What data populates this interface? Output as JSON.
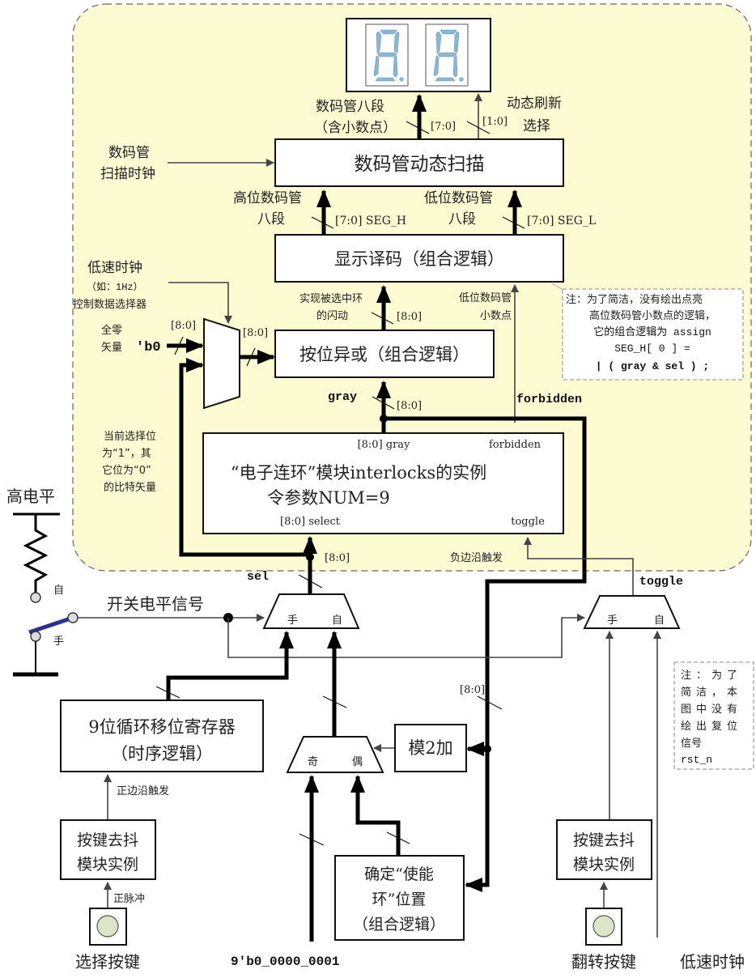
{
  "display": {
    "digits": [
      "8.",
      "8."
    ],
    "seg_label_line1": "数码管八段",
    "seg_label_line2": "（含小数点）",
    "seg_bus": "[7:0]",
    "refresh_bus": "[1:0]",
    "refresh_label_line1": "动态刷新",
    "refresh_label_line2": "选择"
  },
  "scan": {
    "title": "数码管动态扫描",
    "clock_line1": "数码管",
    "clock_line2": "扫描时钟"
  },
  "decode": {
    "title": "显示译码（组合逻辑）",
    "high_label_line1": "高位数码管",
    "high_label_line2": "八段",
    "high_bus": "[7:0] SEG_H",
    "low_label_line1": "低位数码管",
    "low_label_line2": "八段",
    "low_bus": "[7:0] SEG_L",
    "dp_label_line1": "低位数码管",
    "dp_label_line2": "小数点"
  },
  "note_top": {
    "lines": [
      "注：为了简洁，没有绘出点亮",
      "高位数码管小数点的逻辑，",
      "它的组合逻辑为 assign",
      "SEG_H[ 0 ] =",
      "| ( gray & sel ) ;"
    ]
  },
  "xor": {
    "title": "按位异或（组合逻辑）",
    "blink_line1": "实现被选中环",
    "blink_line2": "的闪动",
    "bus": "[8:0]"
  },
  "blink_mux": {
    "clk_line1": "低速时钟",
    "clk_line2": "（如：1Hz）",
    "clk_line3": "控制数据选择器",
    "zero_line1": "全零",
    "zero_line2": "矢量",
    "zero_value": "'b0",
    "in_bus": "[8:0]",
    "out_bus": "[8:0]",
    "sel_desc": [
      "当前选择位",
      "为“1”，其",
      "它位为“0”",
      "的比特矢量"
    ]
  },
  "interlocks": {
    "title_line1": "“电子连环”模块interlocks的实例",
    "title_line2": "令参数NUM=9",
    "port_gray": "[8:0] gray",
    "port_forbidden": "forbidden",
    "port_select": "[8:0] select",
    "port_toggle": "toggle",
    "gray_signal": "gray",
    "gray_bus": "[8:0]",
    "forbidden_signal": "forbidden",
    "select_bus": "[8:0]",
    "toggle_edge": "负边沿触发"
  },
  "switch": {
    "vcc_label": "高电平",
    "auto_pos": "自",
    "manual_pos": "手",
    "signal_label": "开关电平信号",
    "switch_color": "#2e2f8f"
  },
  "sel_mux": {
    "signal": "sel",
    "in_manual": "手",
    "in_auto": "自"
  },
  "toggle_mux": {
    "signal": "toggle",
    "in_manual": "手",
    "in_auto": "自"
  },
  "shift_reg": {
    "title_line1": "9位循环移位寄存器",
    "title_line2": "（时序逻辑）",
    "edge": "正边沿触发"
  },
  "parity_mux": {
    "in_odd": "奇",
    "in_even": "偶"
  },
  "mod2": {
    "title": "模2加",
    "bus": "[8:0]"
  },
  "enable": {
    "lines": [
      "确定“使能",
      "环”位置",
      "（组合逻辑）"
    ]
  },
  "debounce_left": {
    "line1": "按键去抖",
    "line2": "模块实例",
    "pulse": "正脉冲",
    "button_label": "选择按键"
  },
  "debounce_right": {
    "line1": "按键去抖",
    "line2": "模块实例",
    "button_label": "翻转按键"
  },
  "const_value": "9'b0_0000_0001",
  "slow_clock": "低速时钟",
  "note_reset": {
    "lines": [
      "注：为了",
      "简洁，本",
      "图中没有",
      "绘出复位",
      "信号",
      "rst_n"
    ]
  },
  "colors": {
    "region_fill": "#fdfbd2",
    "digit_segment": "#8ab7d6",
    "button_fill": "#dde5c8"
  }
}
